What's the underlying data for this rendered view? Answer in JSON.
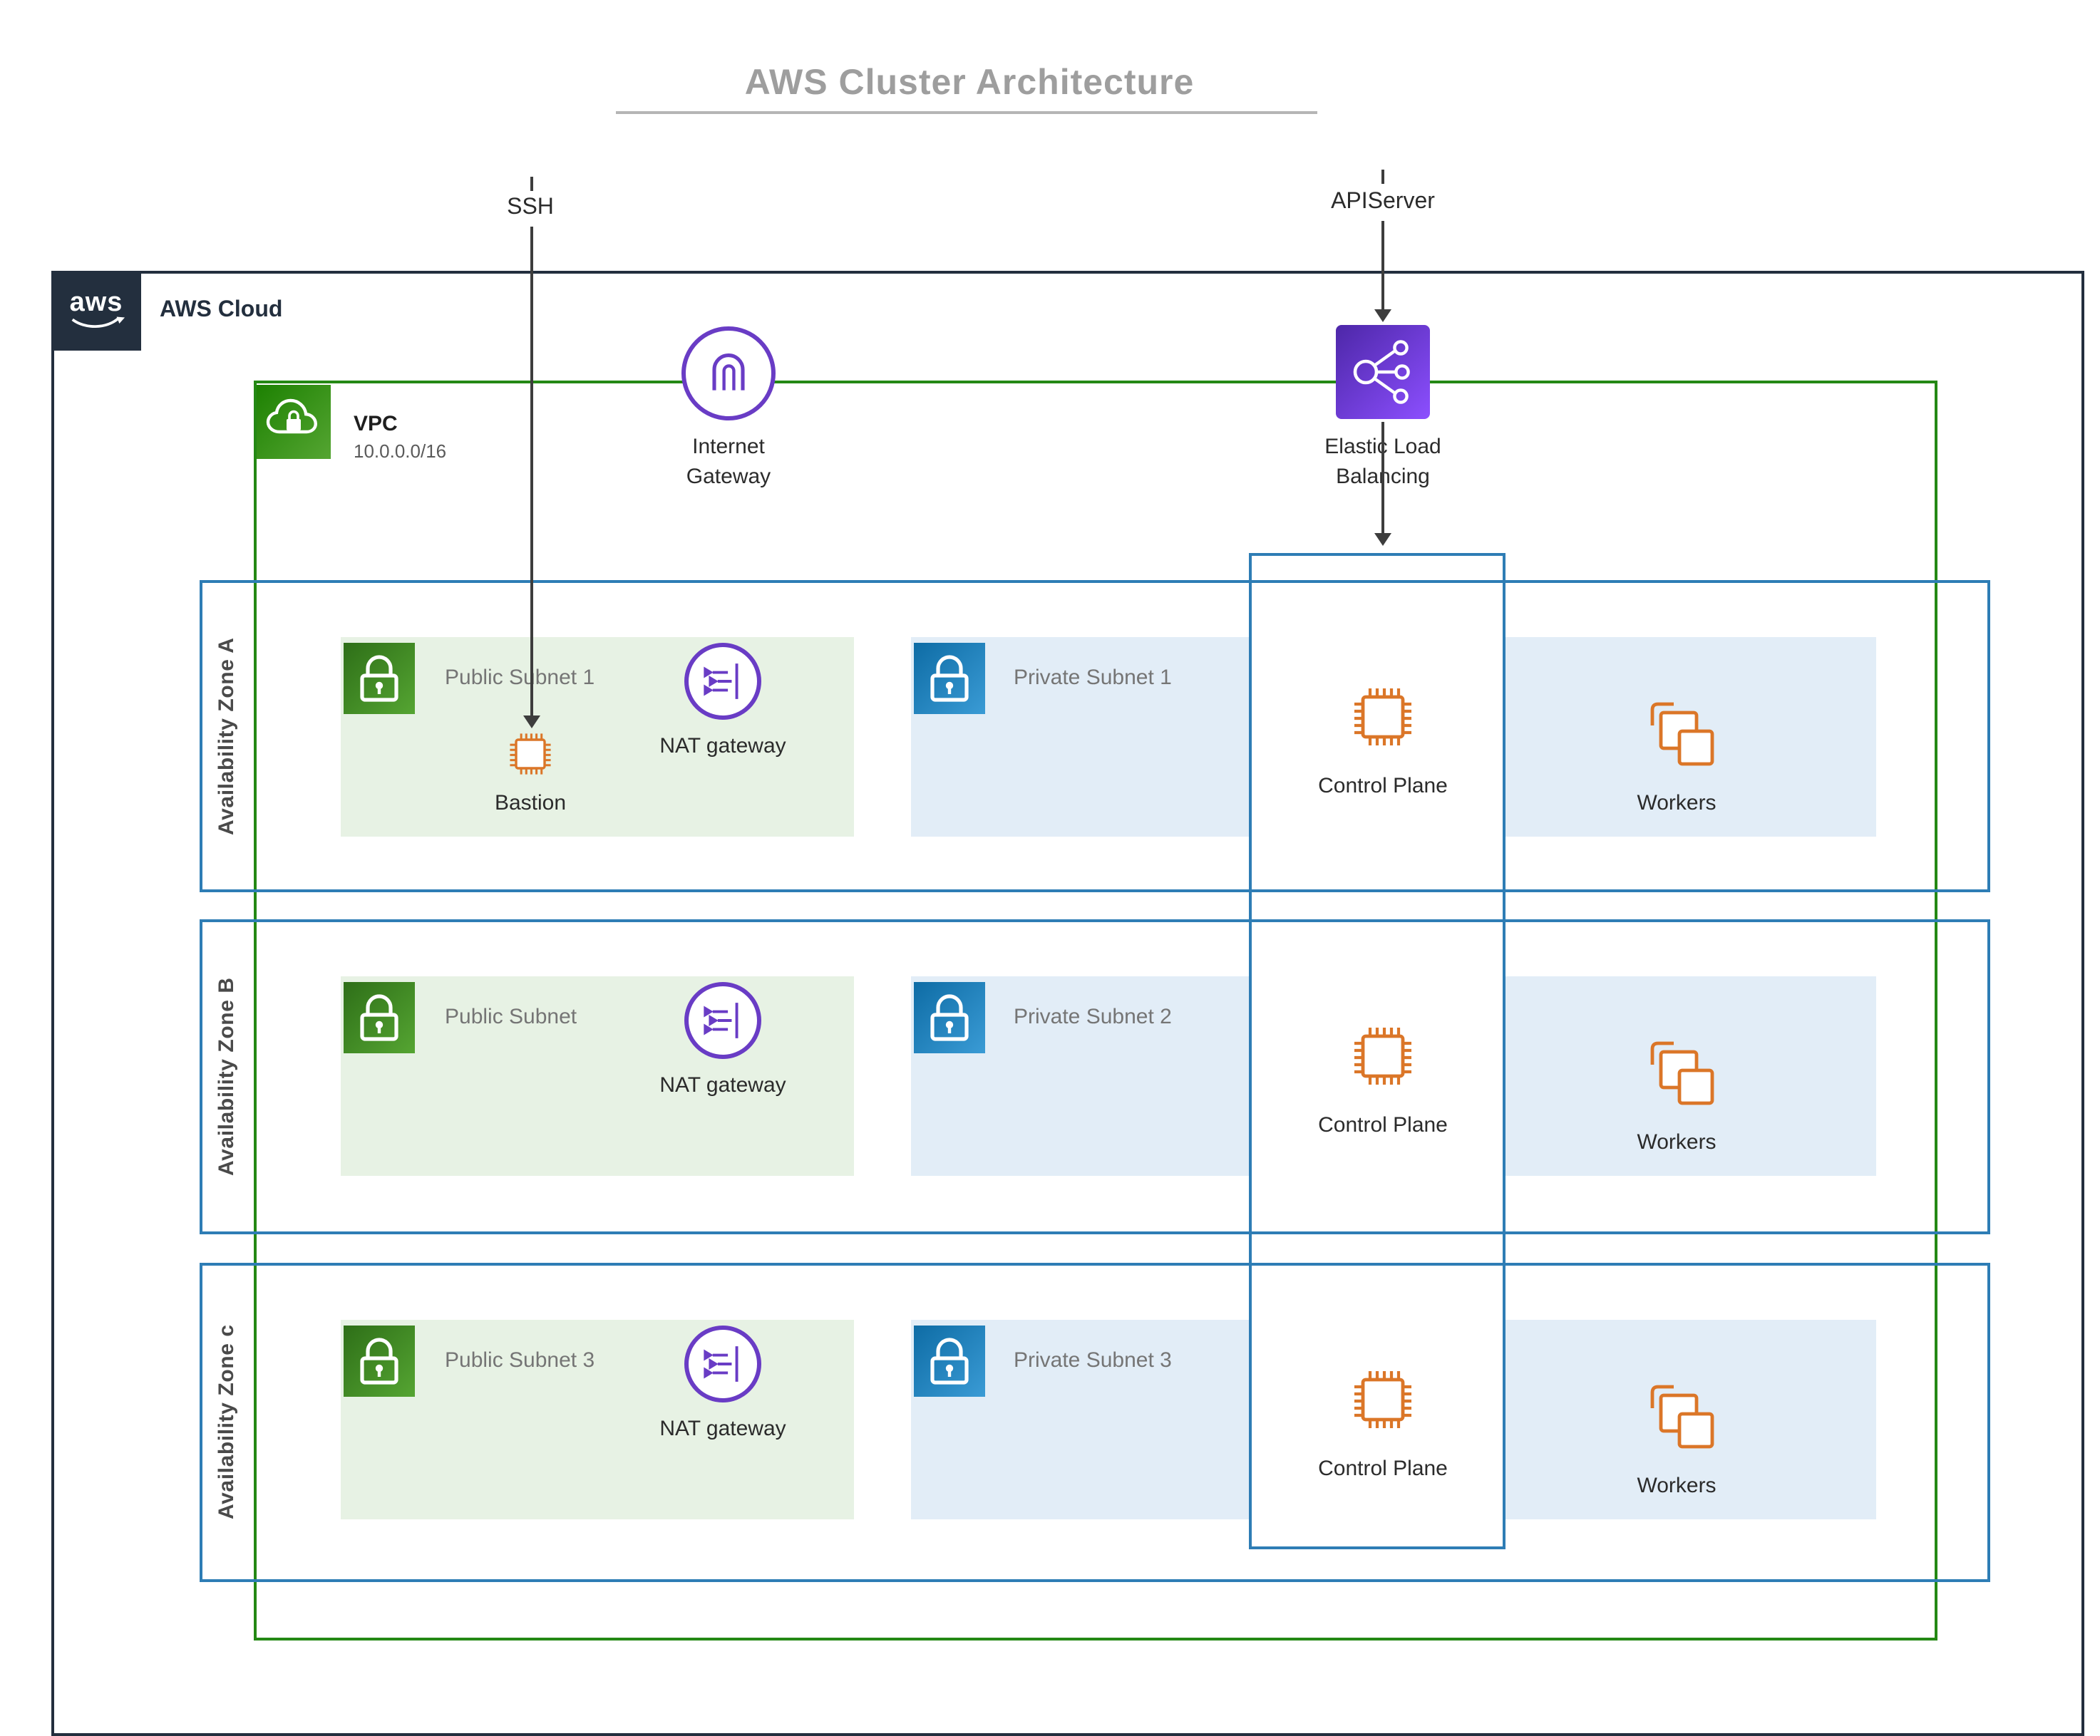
{
  "title": "AWS Cluster Architecture",
  "flows": {
    "ssh": "SSH",
    "apiserver": "APIServer"
  },
  "cloud": {
    "label": "AWS Cloud",
    "logo_text": "aws"
  },
  "vpc": {
    "label": "VPC",
    "cidr": "10.0.0.0/16"
  },
  "internet_gateway": {
    "label": "Internet\nGateway"
  },
  "elb": {
    "label": "Elastic Load\nBalancing"
  },
  "zones": [
    {
      "label": "Availability Zone A",
      "public_subnet": "Public Subnet 1",
      "nat": "NAT gateway",
      "bastion": "Bastion",
      "private_subnet": "Private Subnet 1",
      "control_plane": "Control Plane",
      "workers": "Workers"
    },
    {
      "label": "Availability Zone B",
      "public_subnet": "Public Subnet",
      "nat": "NAT gateway",
      "private_subnet": "Private Subnet 2",
      "control_plane": "Control Plane",
      "workers": "Workers"
    },
    {
      "label": "Availability Zone c",
      "public_subnet": "Public Subnet 3",
      "nat": "NAT gateway",
      "private_subnet": "Private Subnet 3",
      "control_plane": "Control Plane",
      "workers": "Workers"
    }
  ],
  "icons": {
    "aws_logo": "aws-smile-logo",
    "vpc": "cloud-lock",
    "public_subnet": "padlock-green",
    "private_subnet": "padlock-blue",
    "internet_gateway": "arch-gateway",
    "nat_gateway": "right-arrows-gateway",
    "elastic_load_balancing": "network-nodes",
    "bastion": "chip",
    "control_plane": "chip",
    "workers": "stacked-squares"
  },
  "colors": {
    "aws_dark": "#232F3E",
    "vpc_green": "#248814",
    "az_blue": "#2E7DB5",
    "purple": "#693CC5",
    "orange": "#DB7628",
    "public_fill": "#E7F2E4",
    "private_fill": "#E2EDF7"
  }
}
